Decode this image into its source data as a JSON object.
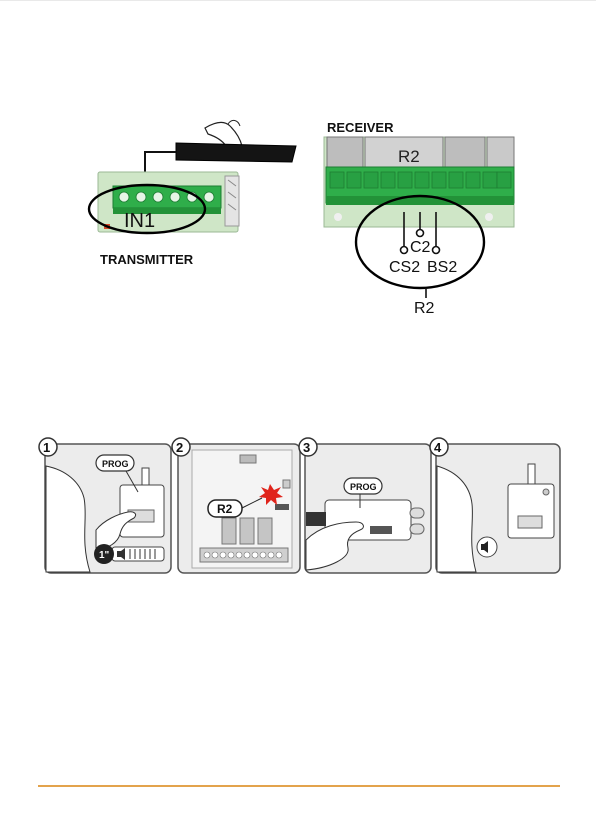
{
  "wiring": {
    "transmitter_label": "TRANSMITTER",
    "input_label": "IN1",
    "receiver_label": "RECEIVER",
    "relay_label": "R2",
    "c_label": "C2",
    "cs_label": "CS2",
    "bs_label": "BS2",
    "bottom_label": "R2"
  },
  "steps": [
    {
      "number": "1",
      "prog_label": "PROG",
      "duration": "1\""
    },
    {
      "number": "2",
      "relay_label": "R2"
    },
    {
      "number": "3",
      "prog_label": "PROG"
    },
    {
      "number": "4"
    }
  ],
  "colors": {
    "accent": "#e3a34c",
    "terminal_green": "#2fae4a",
    "board_green": "#cfe6c7",
    "panel_bg": "#ececec"
  }
}
